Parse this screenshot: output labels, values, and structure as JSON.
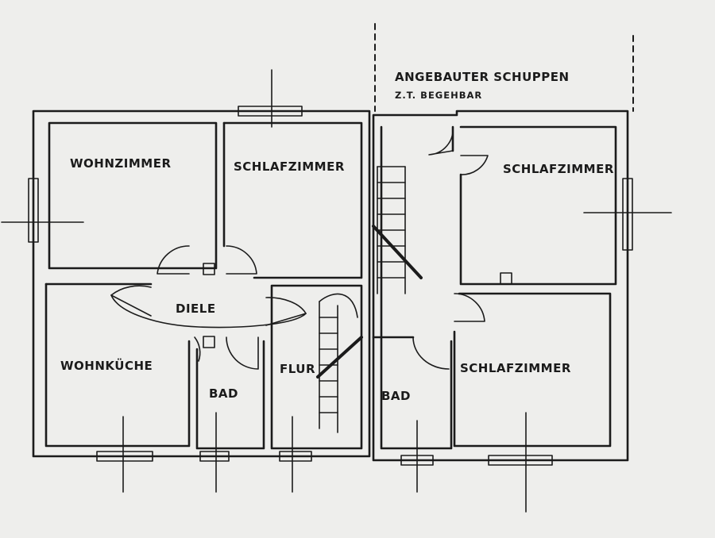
{
  "annex": {
    "title": "ANGEBAUTER SCHUPPEN",
    "subtitle": "Z.T. BEGEHBAR"
  },
  "rooms": {
    "wohnzimmer": "WOHNZIMMER",
    "schlafzimmer_center": "SCHLAFZIMMER",
    "schlafzimmer_right_top": "SCHLAFZIMMER",
    "schlafzimmer_right_bottom": "SCHLAFZIMMER",
    "diele": "DIELE",
    "wohnkueche": "WOHNKÜCHE",
    "bad_left": "BAD",
    "flur": "FLUR",
    "bad_right": "BAD"
  }
}
